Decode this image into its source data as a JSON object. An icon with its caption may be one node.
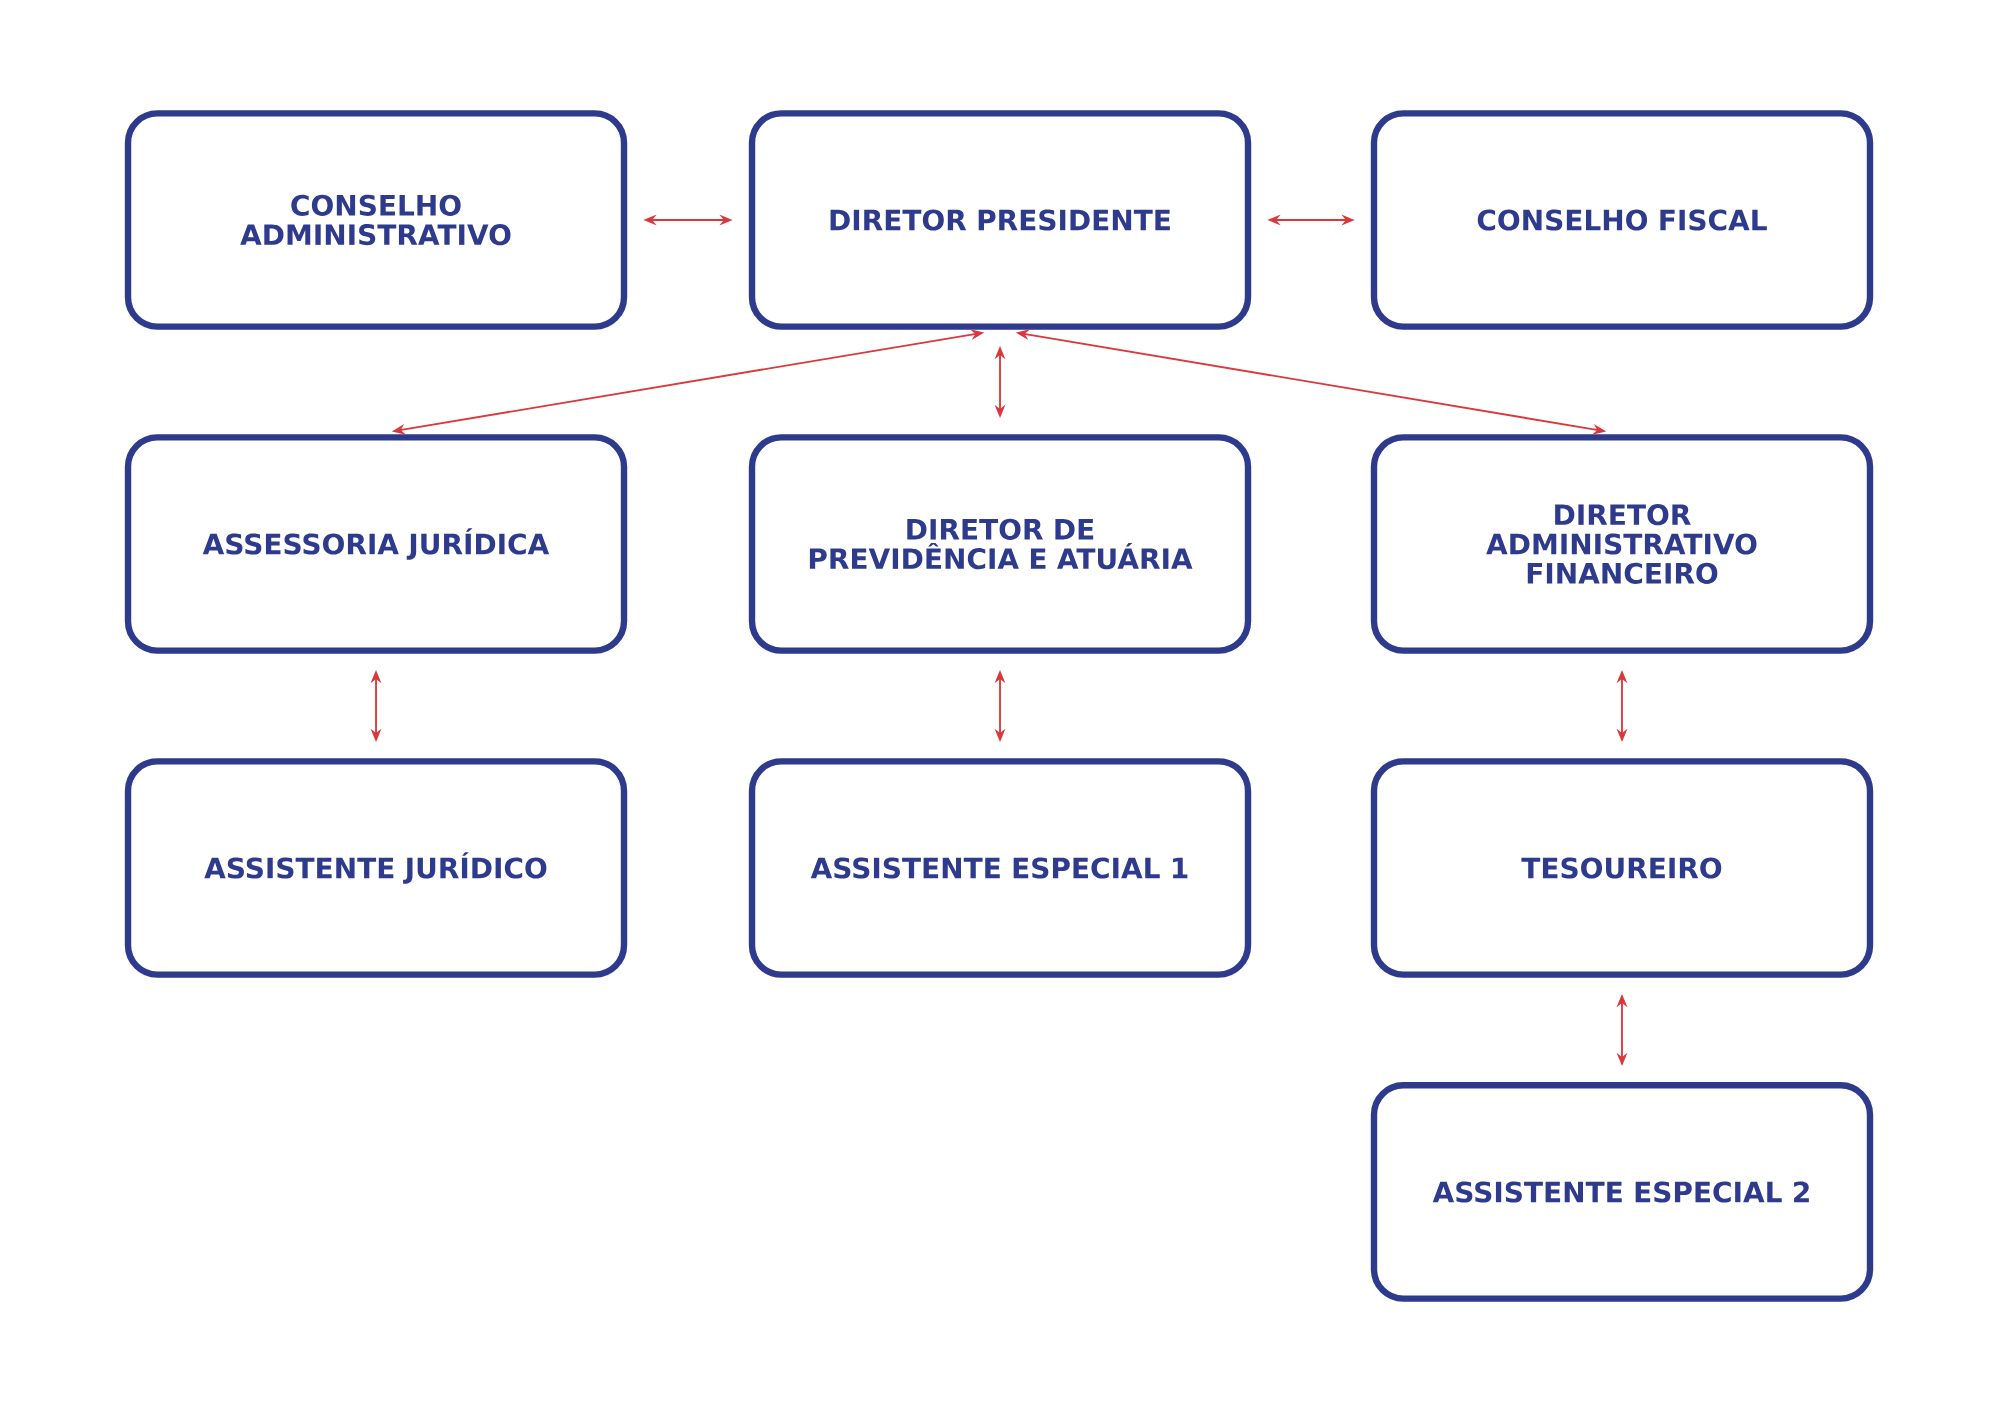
{
  "diagram": {
    "nodes": [
      {
        "text": [
          "CONSELHO ADMINISTRATIVO"
        ]
      },
      {
        "text": [
          "DIRETOR PRESIDENTE"
        ]
      },
      {
        "text": [
          "CONSELHO FISCAL"
        ]
      },
      {
        "text": [
          "ASSESSORIA JURÍDICA"
        ]
      },
      {
        "text": [
          "DIRETOR DE PREVIDÊNCIA E ATUÁRIA"
        ]
      },
      {
        "text": [
          "DIRETOR ADMINISTRATIVO FINANCEIRO"
        ]
      },
      {
        "text": [
          "ASSISTENTE JURÍDICO"
        ]
      },
      {
        "text": [
          "ASSISTENTE ESPECIAL 1"
        ]
      },
      {
        "text": [
          "TESOUREIRO"
        ]
      },
      {
        "text": [
          "ASSISTENTE ESPECIAL 2"
        ]
      }
    ],
    "edges": [
      {
        "from": 0,
        "to": 1,
        "arrow": "both"
      },
      {
        "from": 1,
        "to": 2,
        "arrow": "both"
      },
      {
        "from": 1,
        "to": 3,
        "arrow": "both"
      },
      {
        "from": 1,
        "to": 4,
        "arrow": "both"
      },
      {
        "from": 1,
        "to": 5,
        "arrow": "both"
      },
      {
        "from": 3,
        "to": 6,
        "arrow": "both"
      },
      {
        "from": 4,
        "to": 7,
        "arrow": "both"
      },
      {
        "from": 5,
        "to": 8,
        "arrow": "both"
      },
      {
        "from": 8,
        "to": 9,
        "arrow": "both"
      }
    ]
  }
}
